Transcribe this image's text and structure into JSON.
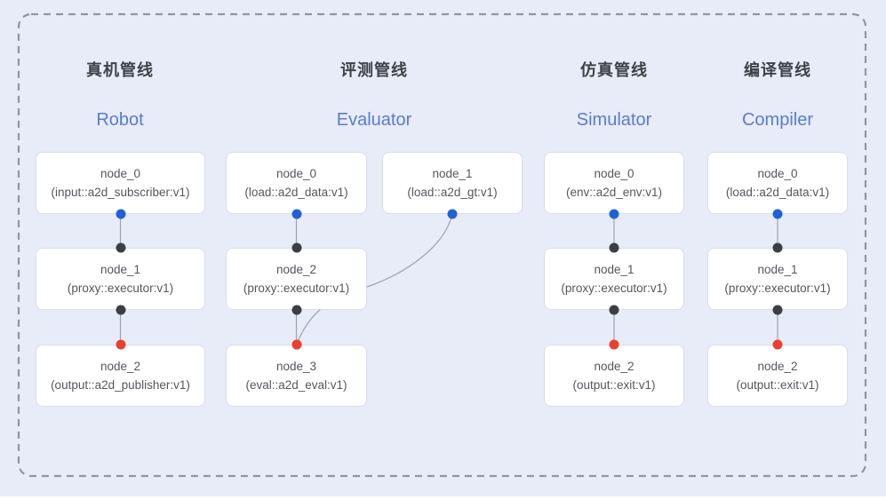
{
  "diagram": {
    "background": "#e8ecf8",
    "boundary_color": "#8f96a1",
    "line_color": "#9aa3b2",
    "card_border": "#d9dde6",
    "dot_colors": {
      "blue": "#1e63d5",
      "black": "#3b3f44",
      "red": "#e8422f"
    }
  },
  "pipelines": [
    {
      "id": "robot",
      "title_zh": "真机管线",
      "title_en": "Robot",
      "nodes": [
        {
          "id": "node_0",
          "label": "node_0",
          "sub": "(input::a2d_subscriber:v1)",
          "col": 0,
          "row": 0
        },
        {
          "id": "node_1",
          "label": "node_1",
          "sub": "(proxy::executor:v1)",
          "col": 0,
          "row": 1
        },
        {
          "id": "node_2",
          "label": "node_2",
          "sub": "(output::a2d_publisher:v1)",
          "col": 0,
          "row": 2
        }
      ]
    },
    {
      "id": "evaluator",
      "title_zh": "评测管线",
      "title_en": "Evaluator",
      "nodes": [
        {
          "id": "node_0",
          "label": "node_0",
          "sub": "(load::a2d_data:v1)",
          "col": 1,
          "row": 0
        },
        {
          "id": "node_1",
          "label": "node_1",
          "sub": "(load::a2d_gt:v1)",
          "col": 2,
          "row": 0
        },
        {
          "id": "node_2",
          "label": "node_2",
          "sub": "(proxy::executor:v1)",
          "col": 1,
          "row": 1
        },
        {
          "id": "node_3",
          "label": "node_3",
          "sub": "(eval::a2d_eval:v1)",
          "col": 1,
          "row": 2
        }
      ]
    },
    {
      "id": "simulator",
      "title_zh": "仿真管线",
      "title_en": "Simulator",
      "nodes": [
        {
          "id": "node_0",
          "label": "node_0",
          "sub": "(env::a2d_env:v1)",
          "col": 3,
          "row": 0
        },
        {
          "id": "node_1",
          "label": "node_1",
          "sub": "(proxy::executor:v1)",
          "col": 3,
          "row": 1
        },
        {
          "id": "node_2",
          "label": "node_2",
          "sub": "(output::exit:v1)",
          "col": 3,
          "row": 2
        }
      ]
    },
    {
      "id": "compiler",
      "title_zh": "编译管线",
      "title_en": "Compiler",
      "nodes": [
        {
          "id": "node_0",
          "label": "node_0",
          "sub": "(load::a2d_data:v1)",
          "col": 4,
          "row": 0
        },
        {
          "id": "node_1",
          "label": "node_1",
          "sub": "(proxy::executor:v1)",
          "col": 4,
          "row": 1
        },
        {
          "id": "node_2",
          "label": "node_2",
          "sub": "(output::exit:v1)",
          "col": 4,
          "row": 2
        }
      ]
    }
  ],
  "edges": [
    {
      "from": "robot.node_0",
      "to": "robot.node_1",
      "from_dot": "blue",
      "to_dot": "black"
    },
    {
      "from": "robot.node_1",
      "to": "robot.node_2",
      "from_dot": "black",
      "to_dot": "red"
    },
    {
      "from": "evaluator.node_0",
      "to": "evaluator.node_2",
      "from_dot": "blue",
      "to_dot": "black"
    },
    {
      "from": "evaluator.node_2",
      "to": "evaluator.node_3",
      "from_dot": "black",
      "to_dot": "red"
    },
    {
      "from": "evaluator.node_1",
      "to": "evaluator.node_3",
      "from_dot": "blue",
      "to_dot": "red",
      "curved": true
    },
    {
      "from": "simulator.node_0",
      "to": "simulator.node_1",
      "from_dot": "blue",
      "to_dot": "black"
    },
    {
      "from": "simulator.node_1",
      "to": "simulator.node_2",
      "from_dot": "black",
      "to_dot": "red"
    },
    {
      "from": "compiler.node_0",
      "to": "compiler.node_1",
      "from_dot": "blue",
      "to_dot": "black"
    },
    {
      "from": "compiler.node_1",
      "to": "compiler.node_2",
      "from_dot": "black",
      "to_dot": "red"
    }
  ]
}
